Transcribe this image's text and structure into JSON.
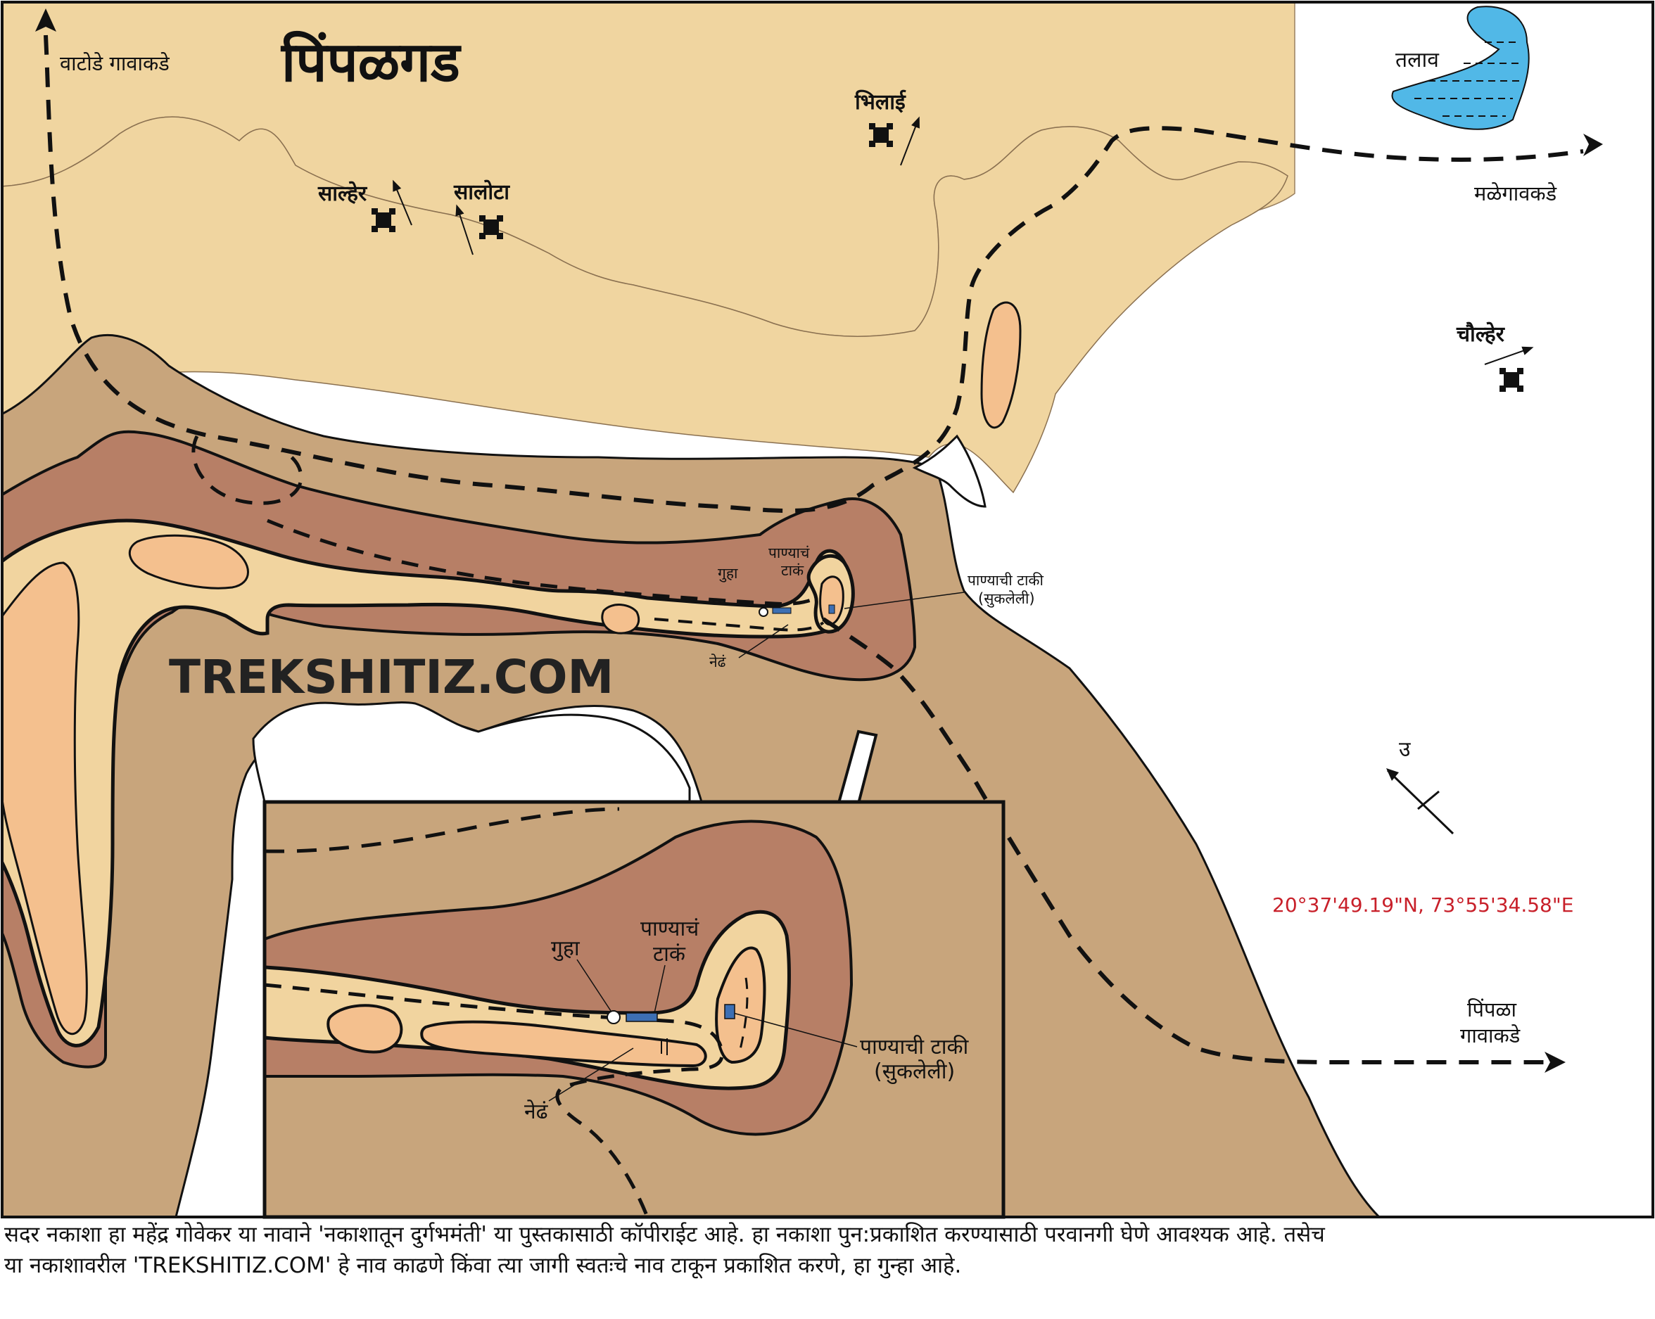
{
  "map": {
    "title": "पिंपळगड",
    "watermark": "TREKSHITIZ.COM",
    "coordinates": "20°37'49.19\"N, 73°55'34.58\"E",
    "north_label": "उ",
    "directions": {
      "vatode": "वाटोडे गावाकडे",
      "malegaon": "मळेगावकडे",
      "pimpla_line1": "पिंपळा",
      "pimpla_line2": "गावाकडे"
    },
    "forts": {
      "salher": "साल्हेर",
      "salota": "सालोटा",
      "bhilai": "भिलाई",
      "chaulher": "चौल्हेर"
    },
    "lake": "तलाव",
    "features": {
      "cave": "गुहा",
      "water_tank_line1": "पाण्याचं",
      "water_tank_line2": "टाकं",
      "dry_tanks_line1": "पाण्याची टाकी",
      "dry_tanks_line2": "(सुकलेली)",
      "nedha": "नेढं"
    },
    "colors": {
      "plain": "#c9a47c",
      "dark": "#b77f66",
      "light": "#f1d49f",
      "peach": "#f4c08e",
      "lake": "#51b8e7",
      "path": "#111111",
      "coord_text": "#c8202a"
    }
  },
  "footer": {
    "line1": "सदर नकाशा हा महेंद्र गोवेकर या नावाने 'नकाशातून दुर्गभमंती' या पुस्तकासाठी कॉपीराईट आहे. हा नकाशा पुन:प्रकाशित करण्यासाठी परवानगी घेणे आवश्यक आहे. तसेच",
    "line2": "या नकाशावरील 'TREKSHITIZ.COM' हे नाव काढणे किंवा त्या जागी स्वतःचे नाव टाकून प्रकाशित करणे, हा गुन्हा आहे."
  }
}
